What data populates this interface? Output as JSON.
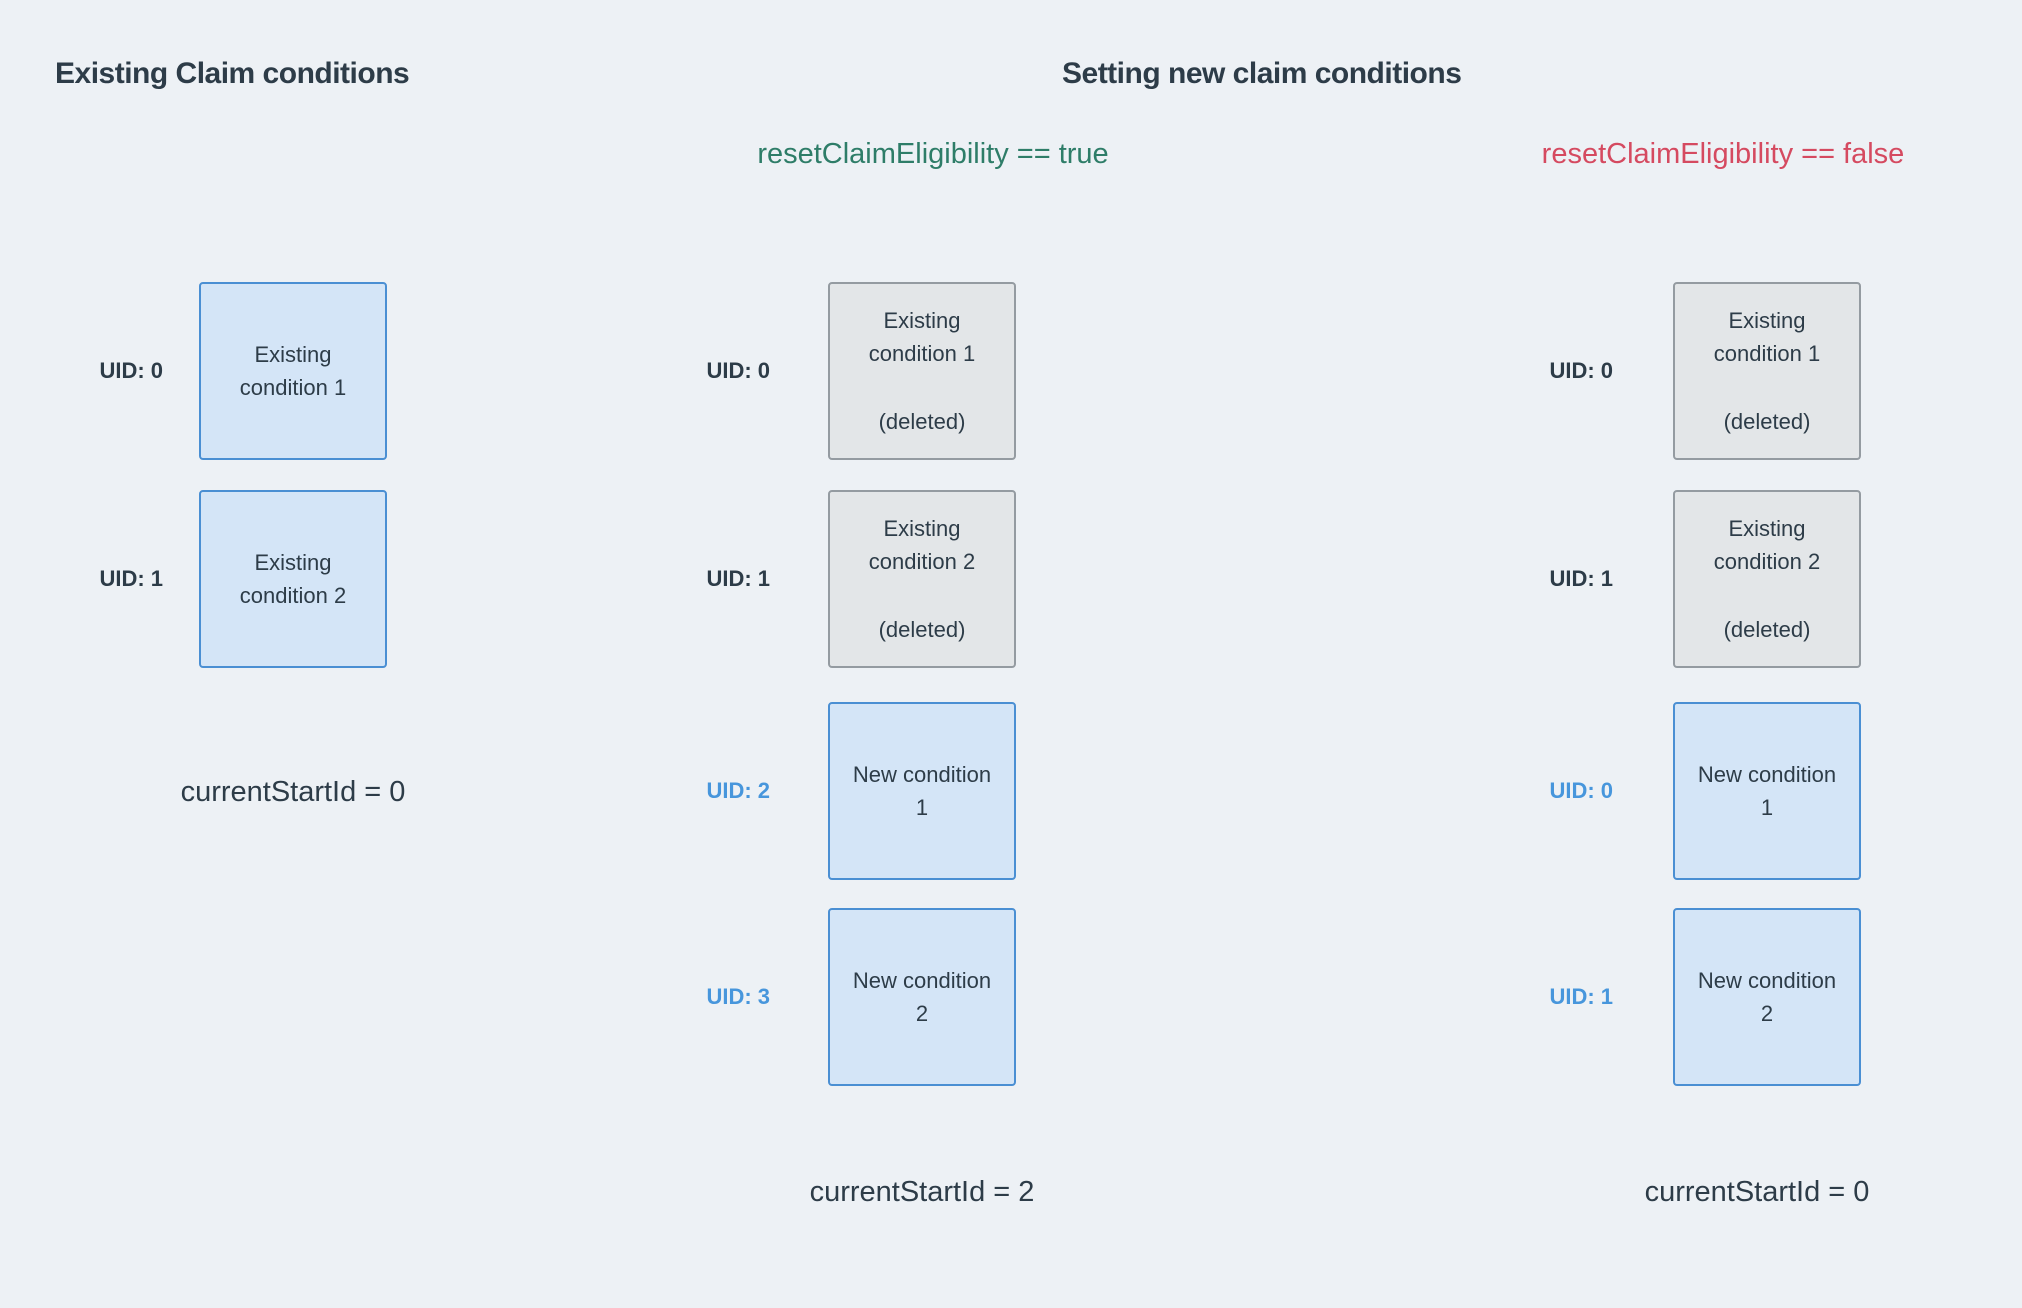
{
  "headers": {
    "left_title": "Existing Claim conditions",
    "right_title": "Setting new claim conditions"
  },
  "scenarios": {
    "true_label": "resetClaimEligibility == true",
    "false_label": "resetClaimEligibility == false"
  },
  "colors": {
    "bg": "#edf1f5",
    "dark": "#2d3c48",
    "blue-border": "#4a8fd3",
    "blue-fill": "#d4e5f7",
    "gray-border": "#949ba1",
    "gray-fill": "#e3e6e8",
    "uid-blue": "#4796dc",
    "green": "#2e7d68",
    "red": "#d54a60"
  },
  "columns": [
    {
      "name": "existing-claim-conditions",
      "rows": [
        {
          "uid": "UID: 0",
          "uid_style": "dark",
          "line1": "Existing",
          "line2": "condition 1",
          "deleted": "",
          "box_style": "blue"
        },
        {
          "uid": "UID: 1",
          "uid_style": "dark",
          "line1": "Existing",
          "line2": "condition 2",
          "deleted": "",
          "box_style": "blue"
        }
      ],
      "footer": "currentStartId = 0"
    },
    {
      "name": "reset-eligibility-true",
      "rows": [
        {
          "uid": "UID: 0",
          "uid_style": "dark",
          "line1": "Existing",
          "line2": "condition 1",
          "deleted": "(deleted)",
          "box_style": "gray"
        },
        {
          "uid": "UID: 1",
          "uid_style": "dark",
          "line1": "Existing",
          "line2": "condition 2",
          "deleted": "(deleted)",
          "box_style": "gray"
        },
        {
          "uid": "UID: 2",
          "uid_style": "blue",
          "line1": "New condition",
          "line2": "1",
          "deleted": "",
          "box_style": "blue"
        },
        {
          "uid": "UID: 3",
          "uid_style": "blue",
          "line1": "New condition",
          "line2": "2",
          "deleted": "",
          "box_style": "blue"
        }
      ],
      "footer": "currentStartId = 2"
    },
    {
      "name": "reset-eligibility-false",
      "rows": [
        {
          "uid": "UID: 0",
          "uid_style": "dark",
          "line1": "Existing",
          "line2": "condition 1",
          "deleted": "(deleted)",
          "box_style": "gray"
        },
        {
          "uid": "UID: 1",
          "uid_style": "dark",
          "line1": "Existing",
          "line2": "condition 2",
          "deleted": "(deleted)",
          "box_style": "gray"
        },
        {
          "uid": "UID: 0",
          "uid_style": "blue",
          "line1": "New condition",
          "line2": "1",
          "deleted": "",
          "box_style": "blue"
        },
        {
          "uid": "UID: 1",
          "uid_style": "blue",
          "line1": "New condition",
          "line2": "2",
          "deleted": "",
          "box_style": "blue"
        }
      ],
      "footer": "currentStartId = 0"
    }
  ]
}
